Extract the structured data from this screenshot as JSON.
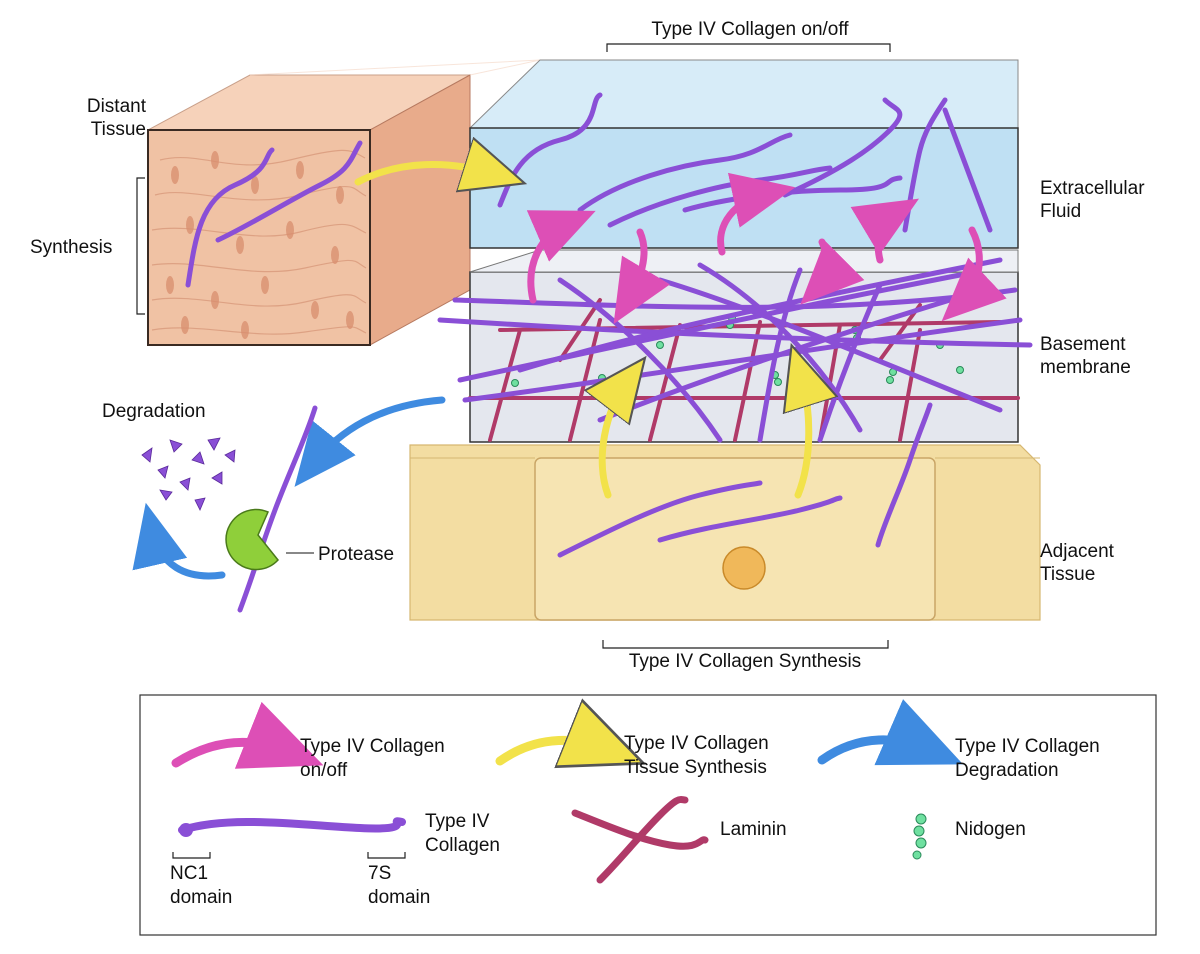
{
  "diagram": {
    "top_caption": "Type IV Collagen on/off",
    "bottom_caption": "Type IV Collagen Synthesis",
    "left_labels": {
      "distant_tissue": "Distant\nTissue",
      "synthesis": "Synthesis",
      "degradation": "Degradation",
      "protease": "Protease"
    },
    "right_labels": {
      "extracellular_fluid": "Extracellular\nFluid",
      "basement_membrane": "Basement\nmembrane",
      "adjacent_tissue": "Adjacent\nTissue"
    }
  },
  "legend": {
    "onoff": "Type IV Collagen\non/off",
    "tissue_synthesis": "Type IV Collagen\nTissue Synthesis",
    "degradation": "Type IV Collagen\nDegradation",
    "collagen": "Type IV\nCollagen",
    "nc1": "NC1\ndomain",
    "seven_s": "7S\ndomain",
    "laminin": "Laminin",
    "nidogen": "Nidogen"
  },
  "colors": {
    "collagen": "#8a4fd6",
    "onoff_arrow": "#dd4fb6",
    "synthesis_arrow": "#f2e24a",
    "degradation_arrow": "#3f8be0",
    "laminin": "#b03a68",
    "nidogen": "#6fe0a0",
    "protease": "#8fcf3a",
    "fluid": "#bfe0f3",
    "membrane": "#e4e7ee",
    "adjacent_tissue": "#f3dda2",
    "distant_tissue": "#f0c2a4"
  }
}
